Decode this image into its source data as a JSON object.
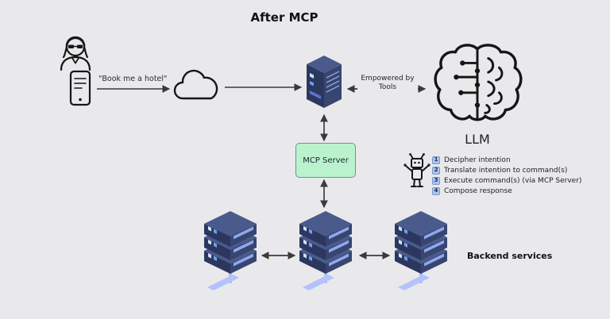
{
  "title": "After MCP",
  "user_flow": {
    "speech": "\"Book me a hotel\"",
    "person_icon": "customer-icon",
    "phone_icon": "smartphone-icon",
    "cloud_icon": "cloud-icon"
  },
  "llm": {
    "label": "LLM",
    "arrow_label": "Empowered by Tools",
    "brain_icon": "brain-circuit-icon"
  },
  "mcp": {
    "label": "MCP Server"
  },
  "backend": {
    "label": "Backend services",
    "server_icon": "server-stack-icon"
  },
  "steps": {
    "robot_icon": "cheering-robot-icon",
    "items": [
      {
        "num": "1",
        "label": "Decipher intention"
      },
      {
        "num": "2",
        "label": "Translate intention to command(s)"
      },
      {
        "num": "3",
        "label": "Execute command(s) (via MCP Server)"
      },
      {
        "num": "4",
        "label": "Compose response"
      }
    ]
  },
  "colors": {
    "canvas_bg": "#e9e9ec",
    "server_dark": "#2c3760",
    "server_mid": "#38466f",
    "server_top": "#4a5a8c",
    "accent_blue": "#aebdf8",
    "mcp_fill": "#b9f2cd",
    "arrow": "#3a3a3a",
    "badge_bg": "#a9c3ee"
  }
}
